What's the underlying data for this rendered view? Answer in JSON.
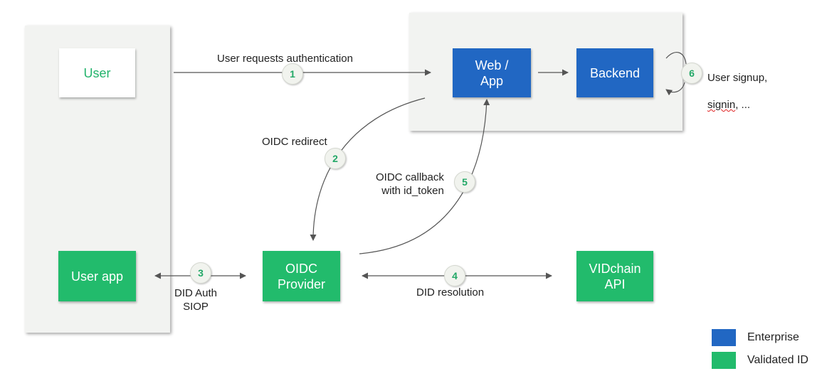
{
  "nodes": {
    "user": "User",
    "web_app": "Web /\nApp",
    "backend": "Backend",
    "user_app": "User app",
    "oidc_provider": "OIDC\nProvider",
    "vidchain_api": "VIDchain\nAPI"
  },
  "steps": [
    {
      "number": "1",
      "label": "User requests authentication"
    },
    {
      "number": "2",
      "label": "OIDC redirect"
    },
    {
      "number": "3",
      "label": "DID Auth\nSIOP"
    },
    {
      "number": "4",
      "label": "DID resolution"
    },
    {
      "number": "5",
      "label": "OIDC callback\nwith id_token"
    },
    {
      "number": "6",
      "label_line1": "User signup,",
      "label_line2_word": "signin",
      "label_line2_rest": ", ..."
    }
  ],
  "legend": [
    {
      "label": "Enterprise",
      "color": "#2167c3"
    },
    {
      "label": "Validated ID",
      "color": "#22bb6c"
    }
  ],
  "colors": {
    "enterprise": "#2167c3",
    "validated_id": "#22bb6c",
    "panel": "#f2f3f1",
    "arrow": "#555555"
  }
}
